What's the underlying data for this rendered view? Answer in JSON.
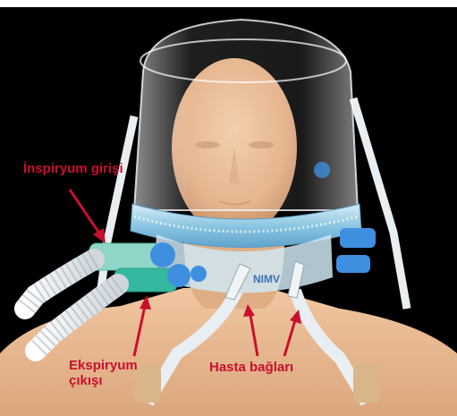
{
  "labels": {
    "inspiratory_inlet": "İnspiryum girişi",
    "expiratory_outlet_line1": "Ekspiryum",
    "expiratory_outlet_line2": "çıkışı",
    "patient_straps": "Hasta bağları"
  },
  "collar_brand": "NIMV",
  "colors": {
    "background": "#000000",
    "label": "#c8102e",
    "skin": "#e8b98f",
    "helmet_ring": "#9ecfe6",
    "port_blue": "#3f8fe0",
    "port_green": "#35b8a0"
  }
}
